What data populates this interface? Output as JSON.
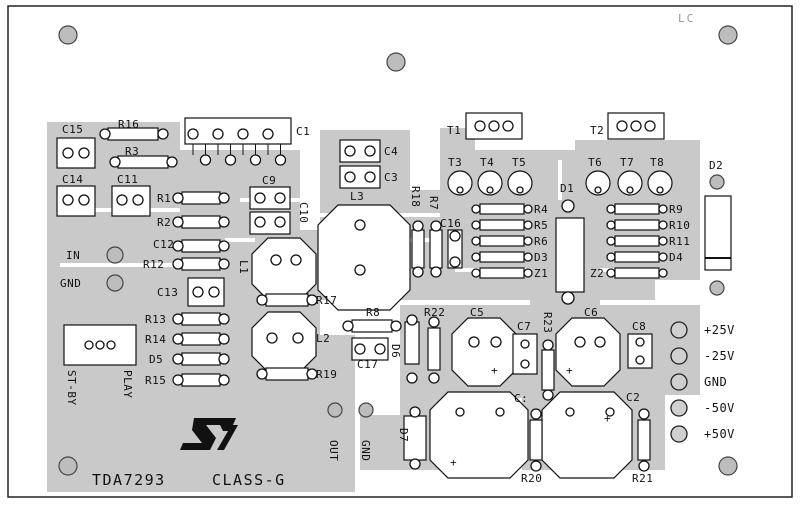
{
  "board": {
    "title": "TDA7293",
    "subtitle": "CLASS-G",
    "corner_mark": "LC",
    "logo": "ST",
    "labels": {
      "c15": "C15",
      "r16": "R16",
      "r3": "R3",
      "c14": "C14",
      "c11": "C11",
      "r1": "R1",
      "r2": "R2",
      "c12": "C12",
      "r12": "R12",
      "c13": "C13",
      "r13": "R13",
      "r14": "R14",
      "d5": "D5",
      "r15": "R15",
      "c1": "C1",
      "c9": "C9",
      "c10": "C10",
      "l1": "L1",
      "r17": "R17",
      "l2": "L2",
      "r19": "R19",
      "c4": "C4",
      "c3": "C3",
      "l3": "L3",
      "r18": "R18",
      "r7": "R7",
      "c16": "C16",
      "r8": "R8",
      "d6": "D6",
      "c17": "C17",
      "r22": "R22",
      "c5": "C5",
      "c7": "C7",
      "r23": "R23",
      "c6": "C6",
      "c8": "C8",
      "d7": "D7",
      "c_neg": "C:",
      "r20": "R20",
      "c2": "C2",
      "r21": "R21",
      "t1": "T1",
      "t2": "T2",
      "t3": "T3",
      "t4": "T4",
      "t5": "T5",
      "t6": "T6",
      "t7": "T7",
      "t8": "T8",
      "d1": "D1",
      "d2": "D2",
      "r4": "R4",
      "r5": "R5",
      "r6": "R6",
      "d3": "D3",
      "z1": "Z1",
      "r9": "R9",
      "r10": "R10",
      "r11": "R11",
      "d4": "D4",
      "z2": "Z2",
      "in": "IN",
      "gnd_in": "GND",
      "st_by": "ST-BY",
      "play": "PLAY",
      "out": "OUT",
      "gnd_out": "GND"
    },
    "rails": [
      "+25V",
      "-25V",
      "GND",
      "-50V",
      "+50V"
    ]
  }
}
